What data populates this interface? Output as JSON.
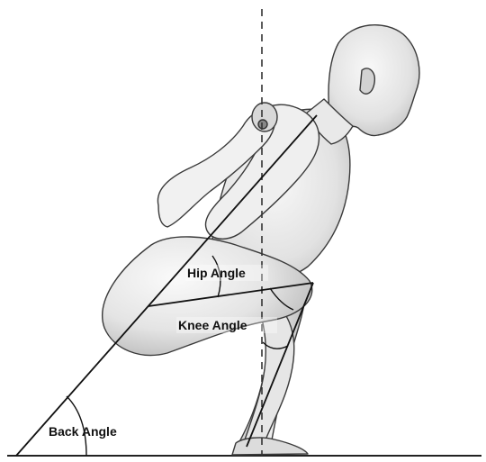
{
  "labels": {
    "hip": "Hip Angle",
    "knee": "Knee Angle",
    "back": "Back Angle"
  },
  "colors": {
    "skin_light": "#f3f3f3",
    "skin_mid": "#d9d9d9",
    "skin_dark": "#a9a9a9",
    "outline": "#3a3a3a",
    "line": "#111111"
  }
}
